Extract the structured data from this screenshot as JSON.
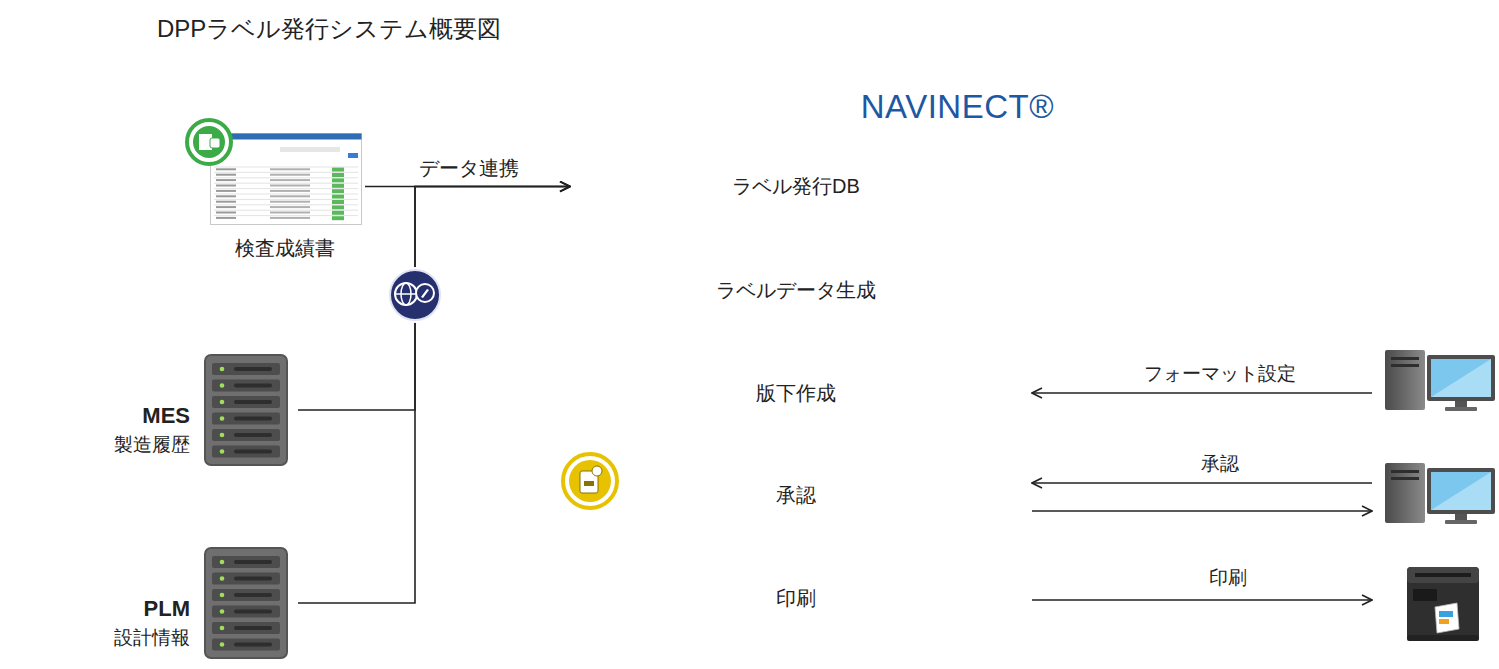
{
  "diagram": {
    "title": "DPPラベル発行システム概要図",
    "nodes": [
      {
        "text": [
          "NAVINECT®"
        ]
      },
      {
        "text": [
          "検査成績書"
        ],
        "in": 0
      },
      {
        "text": [
          "ラベル発行DB"
        ],
        "in": 0
      },
      {
        "text": [
          "ラベルデータ生成"
        ],
        "in": 0
      },
      {
        "text": [
          "版下作成"
        ],
        "in": 0
      },
      {
        "text": [
          "承認"
        ],
        "in": 0
      },
      {
        "text": [
          "印刷"
        ],
        "in": 0
      },
      {
        "text": [
          "MES",
          "製造履歴"
        ]
      },
      {
        "text": [
          "PLM",
          "設計情報"
        ]
      }
    ],
    "edges": [
      {
        "from": 1,
        "to": 2,
        "label": "データ連携",
        "arrow": "to"
      },
      {
        "from": 7,
        "to": 2,
        "arrow": "to"
      },
      {
        "from": 8,
        "to": 2,
        "arrow": "to"
      },
      {
        "from": 2,
        "to": 3,
        "arrow": "to"
      },
      {
        "from": 3,
        "to": 4,
        "arrow": "to"
      },
      {
        "from": 4,
        "to": 5,
        "arrow": "to"
      },
      {
        "from": 5,
        "to": 6,
        "arrow": "to"
      }
    ],
    "labels": [
      "フォーマット設定",
      "承認",
      "印刷"
    ]
  }
}
